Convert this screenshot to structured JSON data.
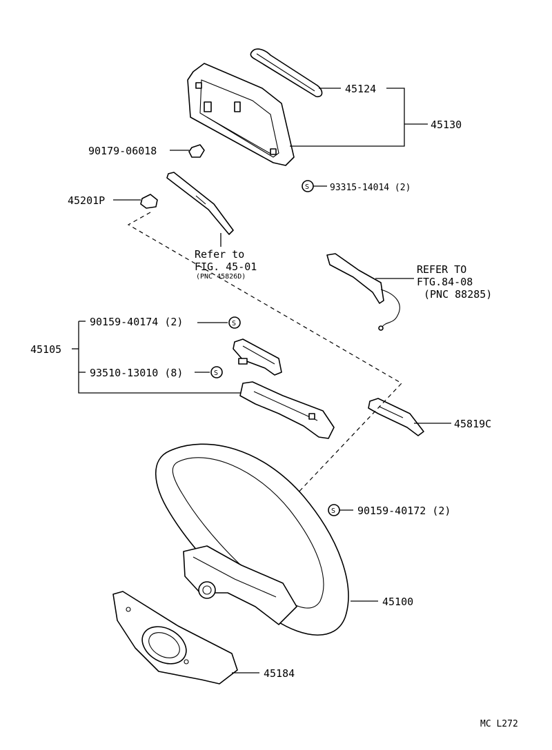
{
  "parts": {
    "p45124": "45124",
    "p45130": "45130",
    "p90179": "90179-06018",
    "p93315": "93315-14014 (2)",
    "p45201P": "45201P",
    "refer1_line1": "Refer to",
    "refer1_line2": "FIG. 45-01",
    "refer1_line3": "(PNC 45826D)",
    "refer2_line1": "REFER TO",
    "refer2_line2": "FTG.84-08",
    "refer2_line3": "(PNC 88285)",
    "p45105": "45105",
    "p90159_40174": "90159-40174 (2)",
    "p93510": "93510-13010 (8)",
    "p45819C": "45819C",
    "p90159_40172": "90159-40172 (2)",
    "p45100": "45100",
    "p45184": "45184",
    "s_symbol": "S",
    "footer_code": "MC  L272"
  }
}
